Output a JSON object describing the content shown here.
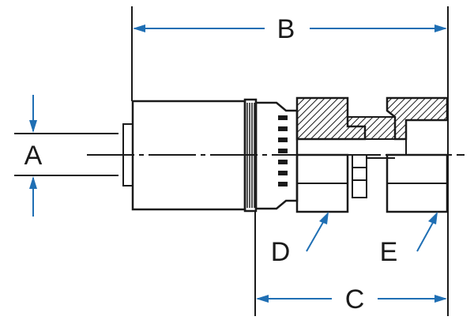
{
  "dimensions": {
    "A": "A",
    "B": "B",
    "C": "C",
    "D": "D",
    "E": "E"
  },
  "colors": {
    "outline": "#1a1a1a",
    "dimension": "#1f6fb4",
    "background": "#ffffff"
  }
}
